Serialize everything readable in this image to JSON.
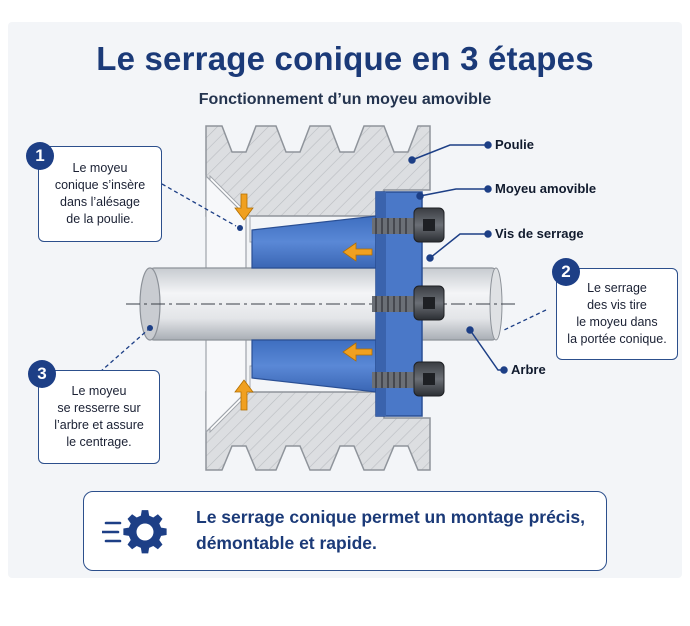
{
  "title": "Le serrage conique en 3 étapes",
  "subtitle": "Fonctionnement d’un moyeu amovible",
  "labels": {
    "poulie": "Poulie",
    "moyeu": "Moyeu amovible",
    "vis": "Vis de serrage",
    "arbre": "Arbre"
  },
  "steps": [
    {
      "number": "1",
      "lines": [
        "Le moyeu",
        "conique s’insère",
        "dans l’alésage",
        "de la poulie."
      ]
    },
    {
      "number": "2",
      "lines": [
        "Le serrage",
        "des vis tire",
        "le moyeu dans",
        "la portée conique."
      ]
    },
    {
      "number": "3",
      "lines": [
        "Le moyeu",
        "se resserre sur",
        "l’arbre et assure",
        "le centrage."
      ]
    }
  ],
  "banner": {
    "icon": "gear-speed-icon",
    "lines": [
      "Le serrage conique permet un montage précis,",
      "démontable et rapide."
    ]
  },
  "colors": {
    "title": "#1b3a78",
    "badge": "#1d3f86",
    "hub_blue": "#4a78c8",
    "arrow_orange": "#f0a020",
    "pulley_gray": "#d8dadd"
  }
}
